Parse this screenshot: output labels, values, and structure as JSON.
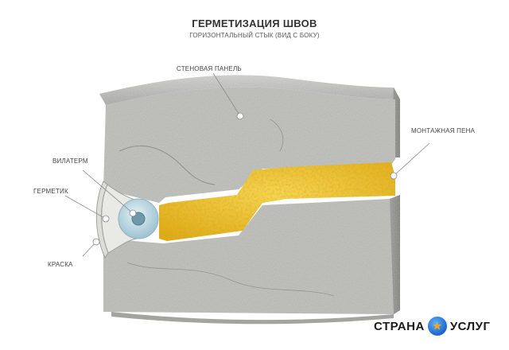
{
  "header": {
    "title": "ГЕРМЕТИЗАЦИЯ ШВОВ",
    "subtitle": "ГОРИЗОНТАЛЬНЫЙ СТЫК (ВИД С БОКУ)"
  },
  "callouts": {
    "wall_panel": "СТЕНОВАЯ ПАНЕЛЬ",
    "mounting_foam": "МОНТАЖНАЯ ПЕНА",
    "vilaterm": "ВИЛАТЕРМ",
    "sealant": "ГЕРМЕТИК",
    "paint": "КРАСКА"
  },
  "brand": {
    "left": "СТРАНА",
    "right": "УСЛУГ",
    "badge_icon": "handshake-icon"
  },
  "colors": {
    "concrete": "#b9b9b6",
    "foam": "#f2c531",
    "vilaterm": "#bcd9e4",
    "sealant": "#e8e8e6"
  }
}
